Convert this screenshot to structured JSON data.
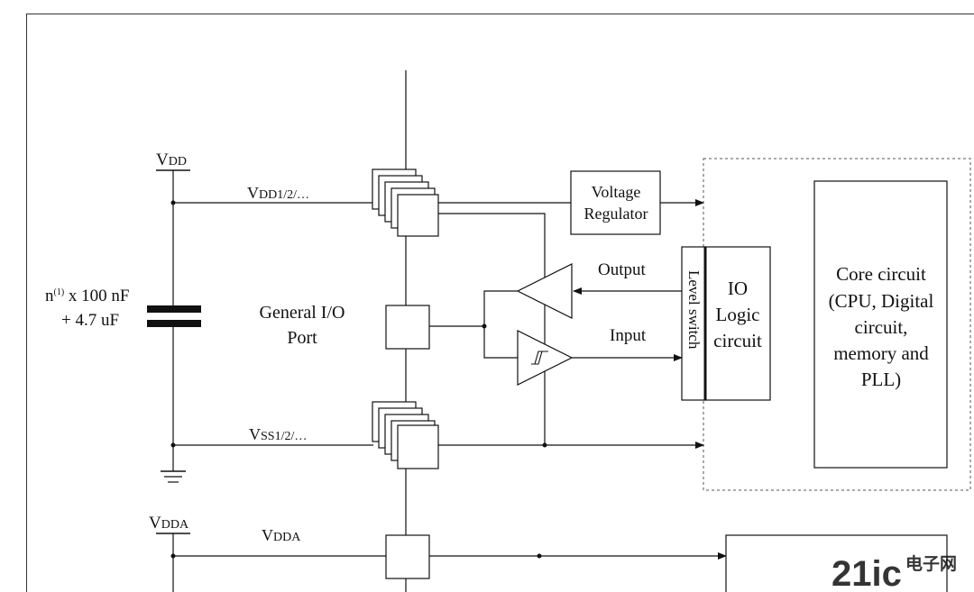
{
  "labels": {
    "vdd_main": "V",
    "vdd_main_sub": "DD",
    "vdd_rail": "V",
    "vdd_rail_sub": "DD1/2/…",
    "capacitor_line1": "n",
    "capacitor_line1_sup": "(1)",
    "capacitor_line1_rest": " x 100 nF",
    "capacitor_line2": "+ 4.7 uF",
    "general_io_line1": "General I/O",
    "general_io_line2": "Port",
    "vss_rail": "V",
    "vss_rail_sub": "SS1/2/…",
    "vdda_main": "V",
    "vdda_main_sub": "DDA",
    "vdda_rail": "V",
    "vdda_rail_sub": "DDA",
    "voltage_regulator_line1": "Voltage",
    "voltage_regulator_line2": "Regulator",
    "output": "Output",
    "input": "Input",
    "level_switch": "Level switch",
    "io_logic_line1": "IO",
    "io_logic_line2": "Logic",
    "io_logic_line3": "circuit",
    "core_line1": "Core circuit",
    "core_line2": "(CPU, Digital",
    "core_line3": "circuit,",
    "core_line4": "memory and",
    "core_line5": "PLL)"
  },
  "watermark": {
    "brand": "21ic",
    "text": "电子网",
    "color": "#c9dde8"
  },
  "colors": {
    "line": "#111111",
    "dashed_box": "#555555"
  }
}
